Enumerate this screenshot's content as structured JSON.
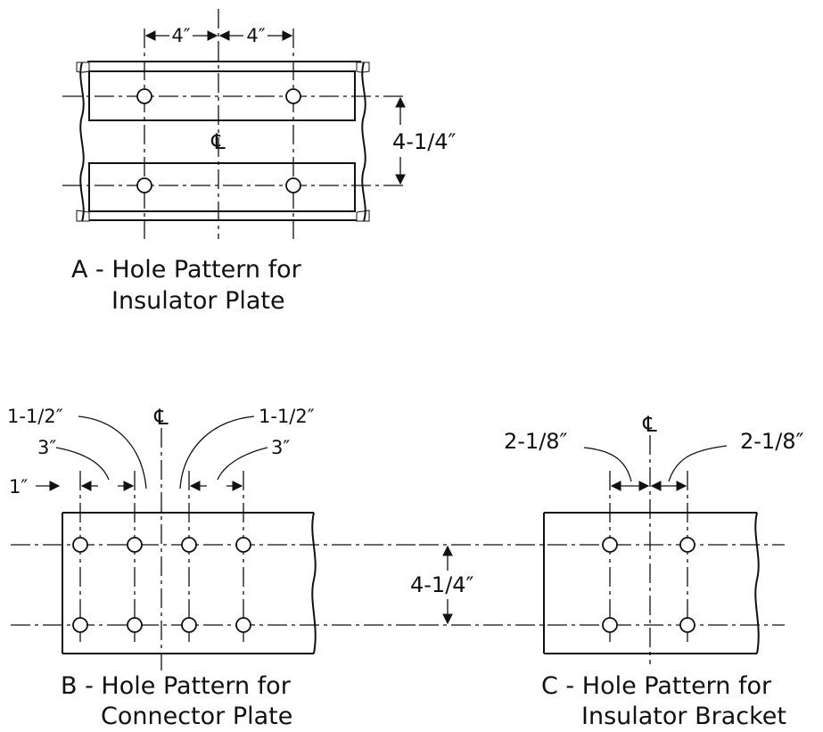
{
  "figure_a": {
    "dim_left": "4″",
    "dim_right": "4″",
    "dim_vertical": "4-1/4″",
    "centerline": "℄",
    "caption_line1": "A - Hole Pattern for",
    "caption_line2": "Insulator Plate"
  },
  "figure_b": {
    "dim_left_outer": "1-1/2″",
    "dim_right_outer": "1-1/2″",
    "dim_left_inner": "3″",
    "dim_right_inner": "3″",
    "dim_edge": "1″",
    "centerline": "℄",
    "caption_line1": "B - Hole Pattern for",
    "caption_line2": "Connector Plate"
  },
  "shared": {
    "dim_vertical": "4-1/4″"
  },
  "figure_c": {
    "dim_left": "2-1/8″",
    "dim_right": "2-1/8″",
    "centerline": "℄",
    "caption_line1": "C - Hole Pattern for",
    "caption_line2": "Insulator Bracket"
  }
}
